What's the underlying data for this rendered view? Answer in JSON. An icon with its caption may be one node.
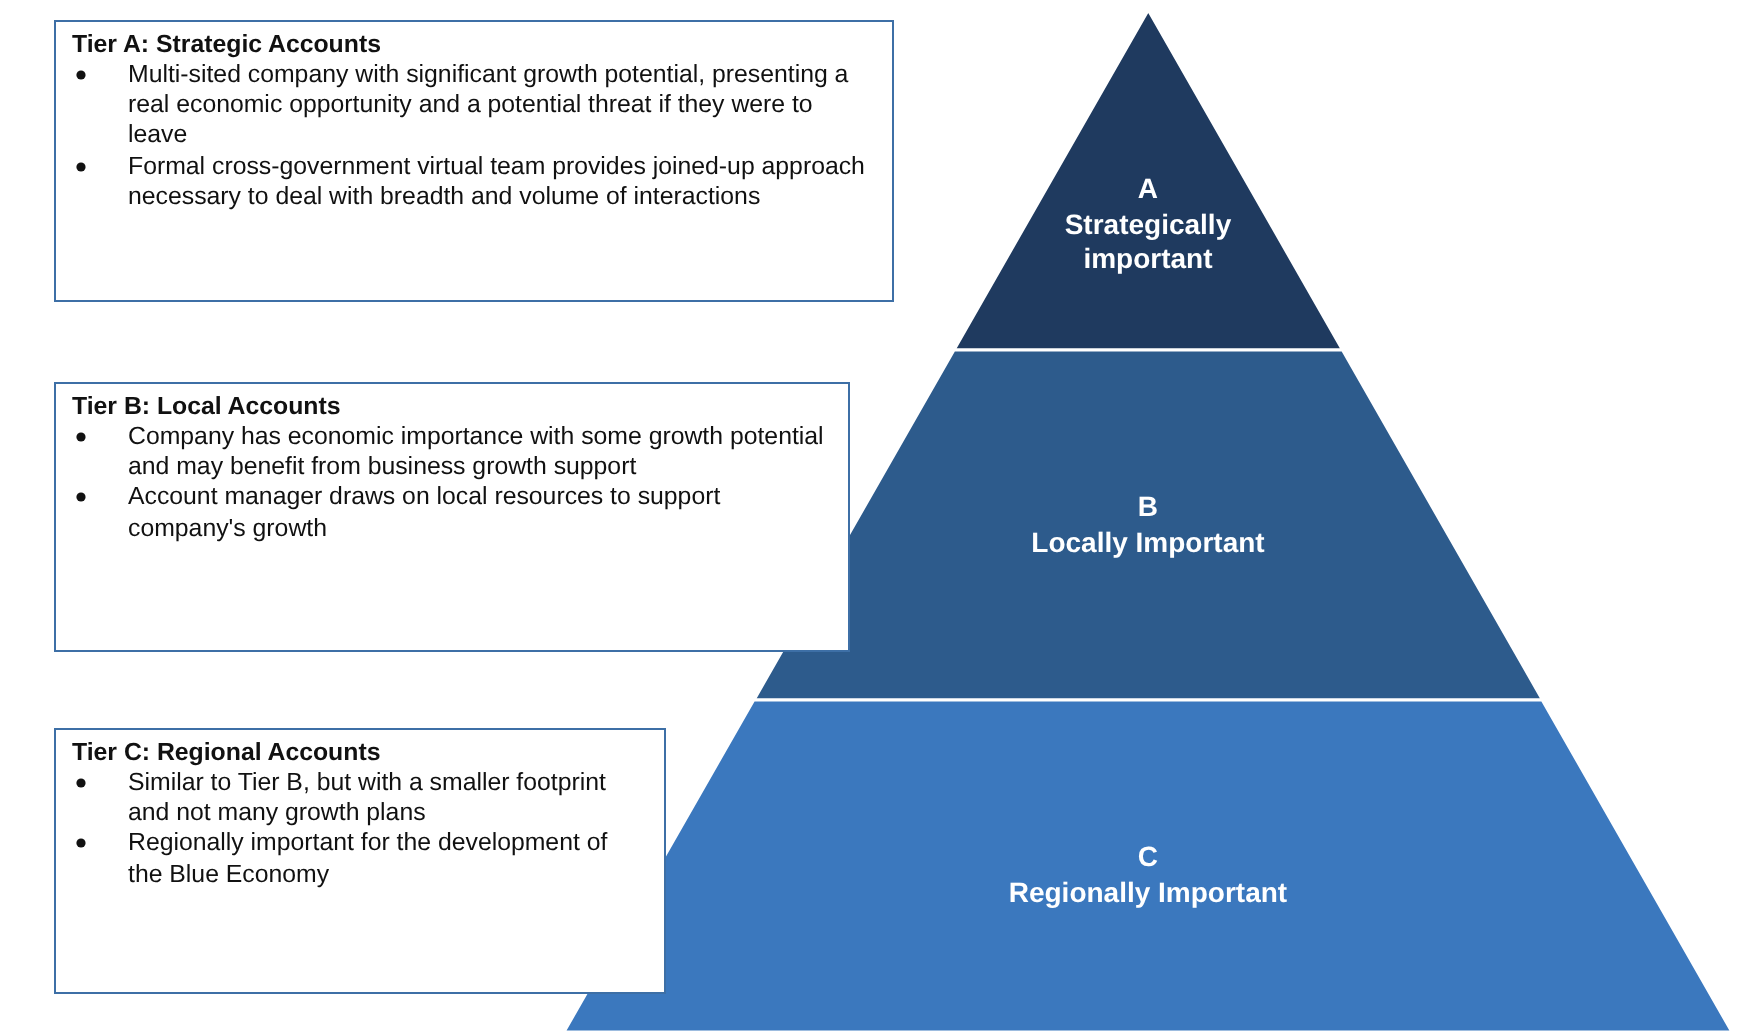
{
  "diagram": {
    "nodes": [
      {
        "text": [
          "Tier A: Strategic Accounts",
          "Multi-sited company with significant growth potential, presenting a real economic opportunity and a potential threat if they were to leave",
          "Formal cross-government virtual team provides joined-up approach necessary to deal with breadth and volume of interactions"
        ]
      },
      {
        "text": [
          "Tier B: Local Accounts",
          "Company has economic importance with some growth potential and may benefit from business growth support",
          "Account manager draws on local resources to support company's growth"
        ]
      },
      {
        "text": [
          "Tier C: Regional Accounts",
          "Similar to Tier B, but with a smaller footprint and not many growth plans",
          "Regionally important for the development of the Blue Economy"
        ]
      },
      {
        "text": [
          "A",
          "Strategically important"
        ]
      },
      {
        "text": [
          "B",
          "Locally Important"
        ]
      },
      {
        "text": [
          "C",
          "Regionally Important"
        ]
      }
    ]
  }
}
